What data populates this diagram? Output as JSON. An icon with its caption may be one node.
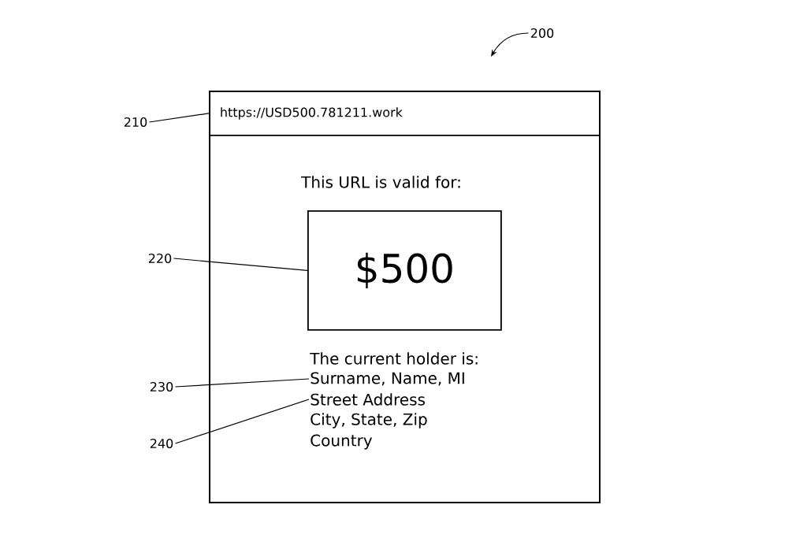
{
  "diagram": {
    "nodes": [
      {
        "text": [],
        "shape": "box"
      },
      {
        "text": [
          "https://USD500.781211.work"
        ],
        "in": 0
      },
      {
        "text": [
          "$500"
        ],
        "in": 0
      },
      {
        "text": [
          "Surname, Name, MI"
        ],
        "in": 0
      },
      {
        "text": [
          "Street Address"
        ],
        "in": 0
      },
      {
        "text": [
          "210"
        ]
      },
      {
        "text": [
          "220"
        ]
      },
      {
        "text": [
          "230"
        ]
      },
      {
        "text": [
          "240"
        ]
      },
      {
        "text": [
          "200"
        ]
      }
    ],
    "edges": [
      {
        "from": 5,
        "to": 1,
        "arrow": "none"
      },
      {
        "from": 6,
        "to": 2,
        "arrow": "none"
      },
      {
        "from": 7,
        "to": 3,
        "arrow": "none"
      },
      {
        "from": 8,
        "to": 4,
        "arrow": "none"
      },
      {
        "from": 9,
        "to": null,
        "arrow": "to"
      }
    ],
    "labels": [
      "This URL is valid for:",
      "The current holder is:",
      "City, State, Zip",
      "Country"
    ]
  }
}
